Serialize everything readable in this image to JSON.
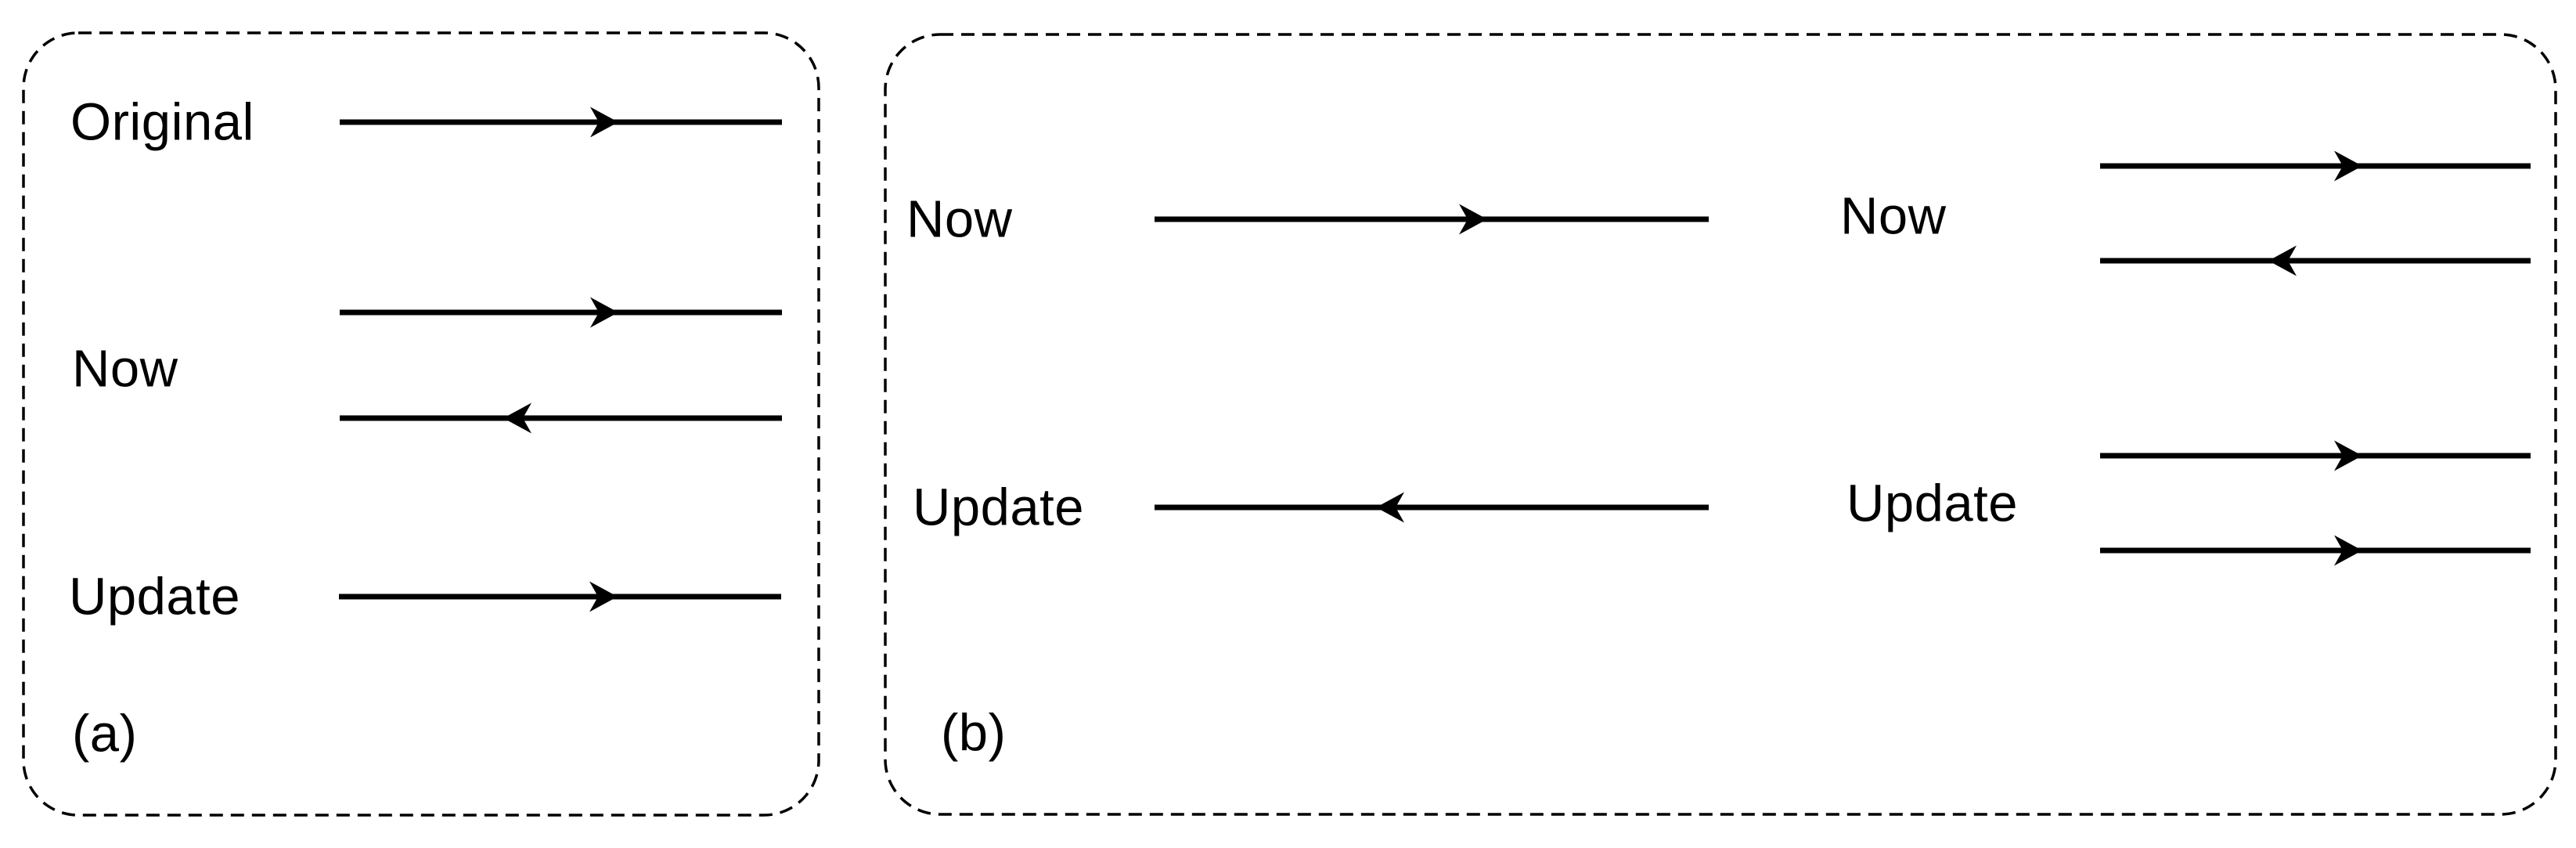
{
  "figure": {
    "colors": {
      "ink": "#000000",
      "paper": "#ffffff"
    },
    "panel_a": {
      "tag": "(a)",
      "rows": [
        {
          "label": "Original",
          "arrows": [
            "right"
          ]
        },
        {
          "label": "Now",
          "arrows": [
            "right",
            "left"
          ]
        },
        {
          "label": "Update",
          "arrows": [
            "right"
          ]
        }
      ]
    },
    "panel_b": {
      "tag": "(b)",
      "left_group": {
        "rows": [
          {
            "label": "Now",
            "arrows": [
              "right"
            ]
          },
          {
            "label": "Update",
            "arrows": [
              "left"
            ]
          }
        ]
      },
      "right_group": {
        "rows": [
          {
            "label": "Now",
            "arrows": [
              "right",
              "left"
            ]
          },
          {
            "label": "Update",
            "arrows": [
              "right",
              "right"
            ]
          }
        ]
      }
    }
  }
}
